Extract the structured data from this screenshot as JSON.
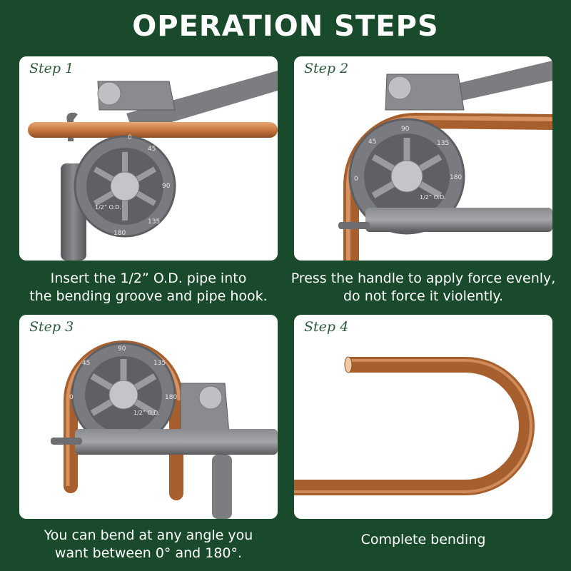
{
  "title": "OPERATION STEPS",
  "steps": [
    {
      "label": "Step 1",
      "caption_lines": [
        "Insert the 1/2” O.D. pipe into",
        "the bending groove and pipe hook."
      ],
      "dial_marks": [
        "0",
        "45",
        "90",
        "135",
        "180"
      ],
      "dial_text": "1/2” O.D."
    },
    {
      "label": "Step 2",
      "caption_lines": [
        "Press the handle to apply force evenly,",
        "do not force it violently."
      ],
      "dial_marks": [
        "0",
        "45",
        "90",
        "135",
        "180"
      ],
      "dial_text": "1/2” O.D."
    },
    {
      "label": "Step 3",
      "caption_lines": [
        "You can bend at any angle you",
        "want between 0° and 180°."
      ],
      "dial_marks": [
        "0",
        "45",
        "90",
        "135",
        "180"
      ],
      "dial_text": "1/2” O.D."
    },
    {
      "label": "Step 4",
      "caption_lines": [
        "Complete bending"
      ]
    }
  ],
  "colors": {
    "background": "#1a4a2c",
    "copper": "#c8783f",
    "tool_gray": "#6e6e72"
  }
}
